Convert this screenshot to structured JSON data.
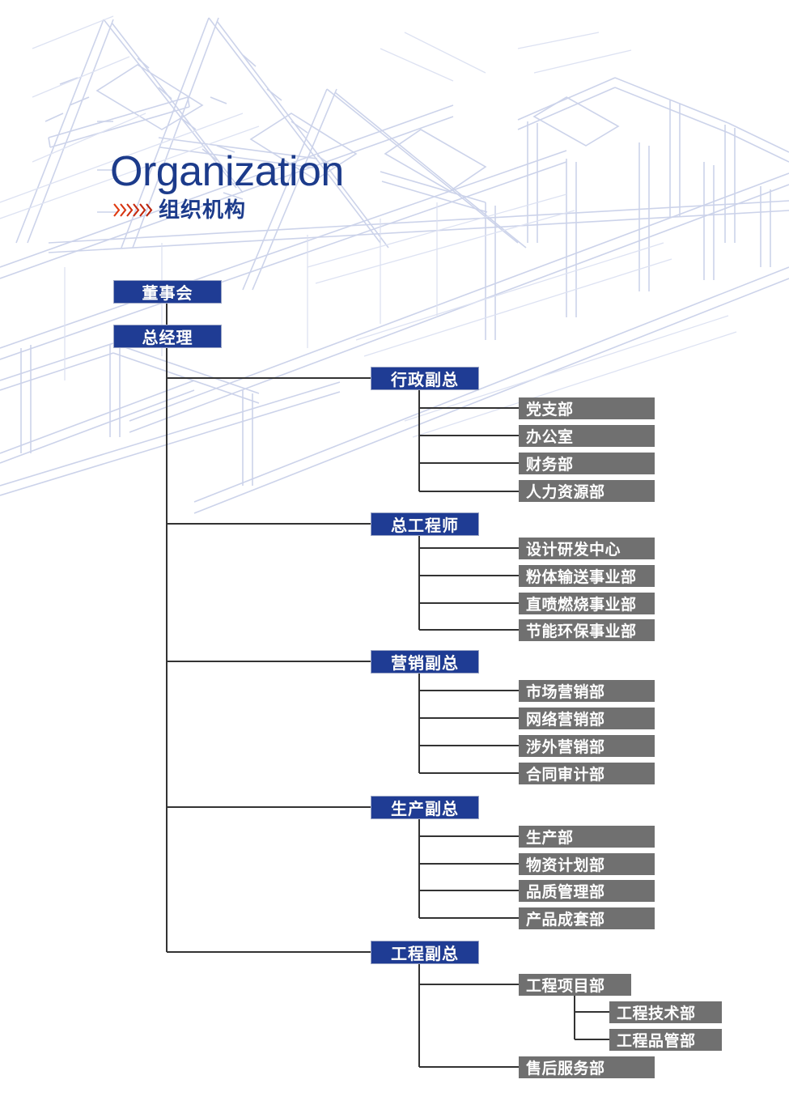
{
  "page": {
    "title_en": "Organization",
    "title_cn": "组织机构",
    "chevron_count": 6,
    "chevron_color": "#cc2200",
    "background_art": "steel-truss-line-drawing"
  },
  "colors": {
    "blue_box": "#1f3c94",
    "gray_box": "#707070",
    "title_blue": "#1c3b8b",
    "chevron_red": "#cc2200",
    "connector_line": "#333333",
    "background_art_line": "#ccd3ea",
    "box_text": "#ffffff"
  },
  "chart_data": {
    "type": "org-tree",
    "root": "董事会",
    "nodes": [
      {
        "id": "board",
        "label": "董事会",
        "style": "blue",
        "level": 0
      },
      {
        "id": "gm",
        "label": "总经理",
        "style": "blue",
        "level": 1
      },
      {
        "id": "vp_admin",
        "label": "行政副总",
        "style": "blue",
        "level": 2
      },
      {
        "id": "vp_eng_chief",
        "label": "总工程师",
        "style": "blue",
        "level": 2
      },
      {
        "id": "vp_marketing",
        "label": "营销副总",
        "style": "blue",
        "level": 2
      },
      {
        "id": "vp_production",
        "label": "生产副总",
        "style": "blue",
        "level": 2
      },
      {
        "id": "vp_engineering",
        "label": "工程副总",
        "style": "blue",
        "level": 2
      }
    ],
    "edges": [
      [
        "board",
        "gm"
      ],
      [
        "gm",
        "vp_admin"
      ],
      [
        "gm",
        "vp_eng_chief"
      ],
      [
        "gm",
        "vp_marketing"
      ],
      [
        "gm",
        "vp_production"
      ],
      [
        "gm",
        "vp_engineering"
      ]
    ]
  },
  "tree": {
    "board": {
      "label": "董事会"
    },
    "general_manager": {
      "label": "总经理"
    },
    "branches": [
      {
        "head": "行政副总",
        "departments": [
          {
            "label": "党支部"
          },
          {
            "label": "办公室"
          },
          {
            "label": "财务部"
          },
          {
            "label": "人力资源部"
          }
        ]
      },
      {
        "head": "总工程师",
        "departments": [
          {
            "label": "设计研发中心"
          },
          {
            "label": "粉体输送事业部"
          },
          {
            "label": "直喷燃烧事业部"
          },
          {
            "label": "节能环保事业部"
          }
        ]
      },
      {
        "head": "营销副总",
        "departments": [
          {
            "label": "市场营销部"
          },
          {
            "label": "网络营销部"
          },
          {
            "label": "涉外营销部"
          },
          {
            "label": "合同审计部"
          }
        ]
      },
      {
        "head": "生产副总",
        "departments": [
          {
            "label": "生产部"
          },
          {
            "label": "物资计划部"
          },
          {
            "label": "品质管理部"
          },
          {
            "label": "产品成套部"
          }
        ]
      },
      {
        "head": "工程副总",
        "departments": [
          {
            "label": "工程项目部"
          },
          {
            "label": "售后服务部"
          }
        ],
        "sub_departments": [
          {
            "label": "工程技术部",
            "parent": "工程项目部"
          },
          {
            "label": "工程品管部",
            "parent": "工程项目部"
          }
        ]
      }
    ]
  }
}
